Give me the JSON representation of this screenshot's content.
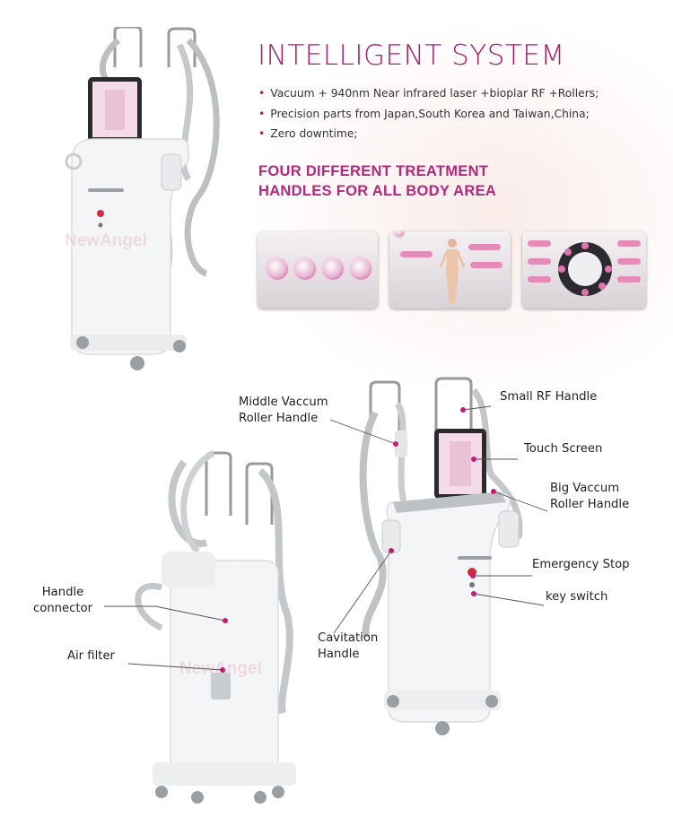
{
  "header": {
    "title": "INTELLIGENT SYSTEM",
    "features": [
      "Vacuum + 940nm Near infrared laser +bioplar RF +Rollers;",
      "Precision parts from Japan,South Korea and Taiwan,China;",
      "Zero downtime;"
    ],
    "subtitle_line1": "FOUR DIFFERENT TREATMENT",
    "subtitle_line2": "HANDLES FOR ALL BODY AREA"
  },
  "watermark": "NewAngel",
  "labels": {
    "middle_vaccum": [
      "Middle Vaccum",
      "Roller Handle"
    ],
    "small_rf": "Small RF Handle",
    "touch_screen": "Touch Screen",
    "big_vaccum": [
      "Big Vaccum",
      "Roller Handle"
    ],
    "emergency_stop": "Emergency Stop",
    "key_switch": "key switch",
    "handle_connector": [
      "Handle",
      "connector"
    ],
    "air_filter": "Air filter",
    "cavitation": [
      "Cavitation",
      "Handle"
    ]
  },
  "colors": {
    "accent": "#a3206a",
    "subhead": "#b0297c",
    "marker": "#c21d78"
  }
}
